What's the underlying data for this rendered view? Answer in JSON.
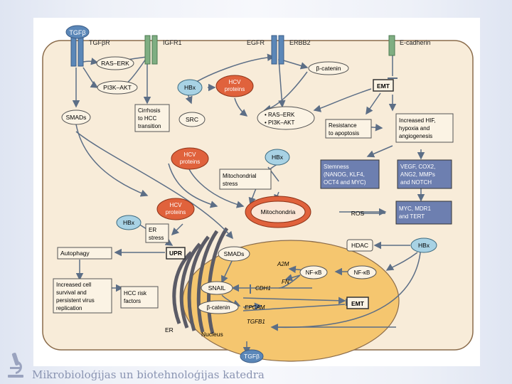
{
  "footer": {
    "text": "Mikrobioloģijas un biotehnoloģijas katedra"
  },
  "receptors": {
    "tgfb_ligand": "TGFβ",
    "tgfbr": "TGFβR",
    "igf1r": "IGFR1",
    "egfr": "EGFR",
    "erbb2": "ERBB2",
    "ecadherin": "E-cadherin"
  },
  "nodes": {
    "ras_erk": "RAS–ERK",
    "pi3k_akt": "PI3K–AKT",
    "hbx1": "HBx",
    "hcv1": [
      "HCV",
      "proteins"
    ],
    "bcatenin_top": "β-catenin",
    "emt_top": "EMT",
    "smads_left": "SMADs",
    "cirrhosis": [
      "Cirrhosis",
      "to HCC",
      "transition"
    ],
    "src": "SRC",
    "ras_pi3k": [
      "• RAS–ERK",
      "• PI3K–AKT"
    ],
    "apoptosis": [
      "Resistance",
      "to apoptosis"
    ],
    "hif": [
      "Increased HIF,",
      "hypoxia and",
      "angiogenesis"
    ],
    "hcv2": [
      "HCV",
      "proteins"
    ],
    "hbx2": "HBx",
    "mito_stress": [
      "Mitochondrial",
      "stress"
    ],
    "stemness": [
      "Stemness",
      "(NANOG, KLF4,",
      "OCT4 and MYC)"
    ],
    "vegf": [
      "VEGF, COX2,",
      "ANG2, MMPs",
      "and NOTCH"
    ],
    "hcv3": [
      "HCV",
      "proteins"
    ],
    "mitochondria": "Mitochondria",
    "ros": "ROS",
    "myc": [
      "MYC, MDR1",
      "and TERT"
    ],
    "hbx3": "HBx",
    "er_stress": [
      "ER",
      "stress"
    ],
    "autophagy": "Autophagy",
    "upr": "UPR",
    "smads_nuc": "SMADs",
    "hdac": "HDAC",
    "hbx4": "HBx",
    "a2m": "A2M",
    "nfkb_nuc": "NF-κB",
    "nfkb_out": "NF-κB",
    "fn": "FN",
    "snail": "SNAIL",
    "cdh1": "CDH1",
    "survival": [
      "Increased cell",
      "survival and",
      "persistent virus",
      "replication"
    ],
    "hcc_risk": [
      "HCC risk",
      "factors"
    ],
    "bcatenin_nuc": "β-catenin",
    "epcam": "EPCAM",
    "emt_bottom": "EMT",
    "tgfb1": "TGFB1",
    "er": "ER",
    "nucleus": "Nucleus",
    "tgfb_out": "TGFβ"
  },
  "colors": {
    "cell_fill": "#f8ecd9",
    "cell_border": "#8a6b4a",
    "nucleus_fill": "#f5c66f",
    "hcv_fill": "#e0623c",
    "hbx_fill": "#a8d2e4",
    "receptor_blue": "#5b87b8",
    "receptor_green": "#7fae82",
    "box_blue": "#6d7fb0",
    "arrow": "#5c6e86"
  }
}
